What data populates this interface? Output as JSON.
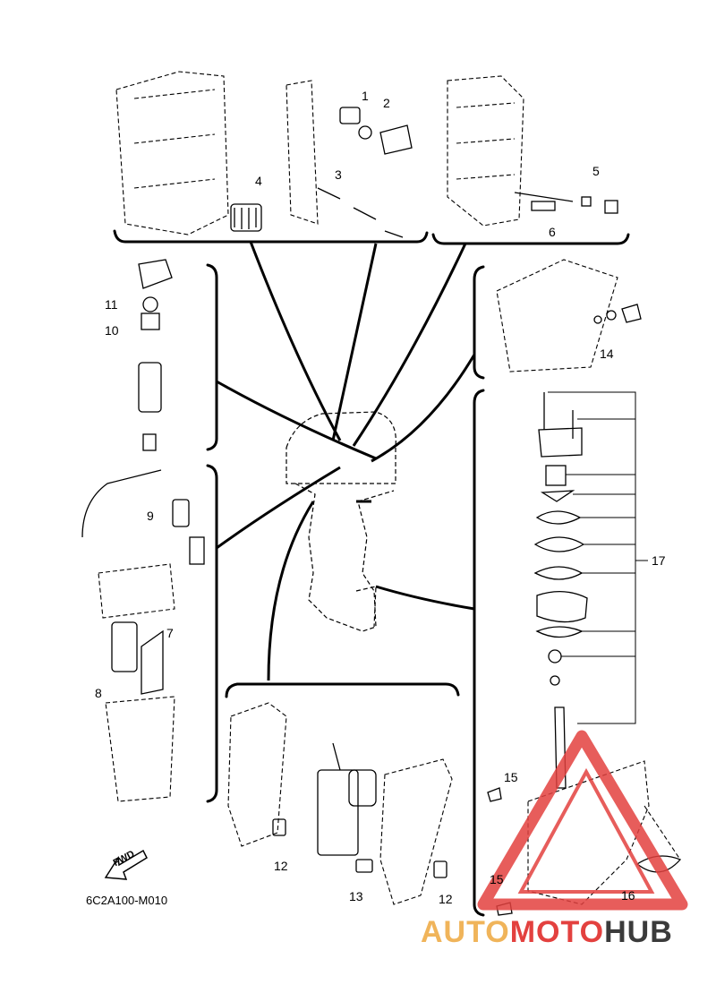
{
  "diagram": {
    "callouts": [
      "1",
      "2",
      "3",
      "4",
      "5",
      "6",
      "7",
      "8",
      "9",
      "10",
      "11",
      "12",
      "12",
      "13",
      "14",
      "15",
      "15",
      "16",
      "17"
    ],
    "fwd_label": "FWD",
    "figure_code": "6C2A100-M010"
  },
  "watermark": {
    "part1": "AUTO",
    "part2": "MOTO",
    "part3": "HUB",
    "colors": {
      "auto": "#f0b45a",
      "moto": "#e3413f",
      "hub": "#3b3b3b",
      "triangle": "#e3413f"
    }
  }
}
